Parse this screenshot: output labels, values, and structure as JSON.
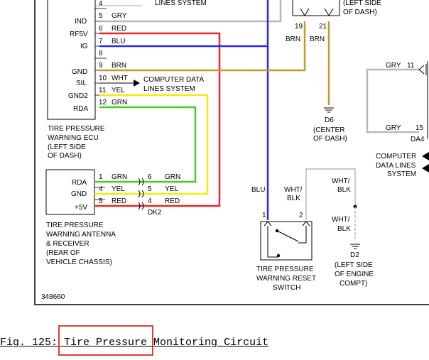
{
  "ecu": {
    "pins_left": [
      "IND",
      "RF5V",
      "IG",
      "GND",
      "SIL",
      "GND2",
      "RDA"
    ],
    "pins_num": [
      "4",
      "5",
      "6",
      "7",
      "8",
      "9",
      "10",
      "11",
      "12"
    ],
    "wires": [
      "GRY",
      "RED",
      "BLU",
      "BRN",
      "WHT",
      "YEL",
      "GRN"
    ],
    "title_lines": [
      "TIRE PRESSURE",
      "WARNING ECU",
      "(LEFT SIDE",
      "OF DASH)"
    ]
  },
  "data_lines": [
    "COMPUTER DATA",
    "LINES SYSTEM"
  ],
  "top_labels": {
    "lines_system": "LINES SYSTEM",
    "of_dash_1": "(LEFT SIDE",
    "of_dash_2": "OF DASH)",
    "pin19": "19",
    "pin21": "21",
    "brn1": "BRN",
    "brn2": "BRN"
  },
  "d6": {
    "id": "D6",
    "l1": "(CENTER",
    "l2": "OF DASH)"
  },
  "right_side": {
    "gry1": "GRY",
    "p11": "11",
    "gry2": "GRY",
    "p15": "15",
    "da4": "DA4",
    "cdl1": "COMPUTER",
    "cdl2": "DATA LINES",
    "cdl3": "SYSTEM"
  },
  "antenna": {
    "pins": [
      "RDA",
      "GND",
      "+5V"
    ],
    "nums_left": [
      "1",
      "4",
      "5"
    ],
    "wires_left": [
      "GRN",
      "YEL",
      "RED"
    ],
    "nums_right": [
      "6",
      "5",
      "4"
    ],
    "wires_right": [
      "GRN",
      "YEL",
      "RED"
    ],
    "connector": "DK2",
    "title_lines": [
      "TIRE PRESSURE",
      "WARNING ANTENNA",
      "& RECEIVER",
      "(REAR OF",
      "VEHICLE CHASSIS)"
    ]
  },
  "switch": {
    "blu": "BLU",
    "wb1": "WHT/",
    "wb2": "BLK",
    "p1": "1",
    "p2": "2",
    "title_lines": [
      "TIRE PRESSURE",
      "WARNING RESET",
      "SWITCH"
    ]
  },
  "d2": {
    "wb1a": "WHT/",
    "wb1b": "BLK",
    "wb2a": "WHT/",
    "wb2b": "BLK",
    "id": "D2",
    "l1": "(LEFT SIDE",
    "l2": "OF ENGINE",
    "l3": "COMPT)"
  },
  "fig_id": "348660",
  "caption": {
    "prefix": "Fig. 125: ",
    "highlight": "Tire Pressure",
    "suffix": " Monitoring Circuit"
  },
  "colors": {
    "red": "#e8262b",
    "blue": "#2a2aef",
    "green": "#46cc2a",
    "yellow": "#f2ea10",
    "brown": "#c49a2c",
    "gray": "#b8b8b8",
    "highlight": "#e0403a"
  }
}
